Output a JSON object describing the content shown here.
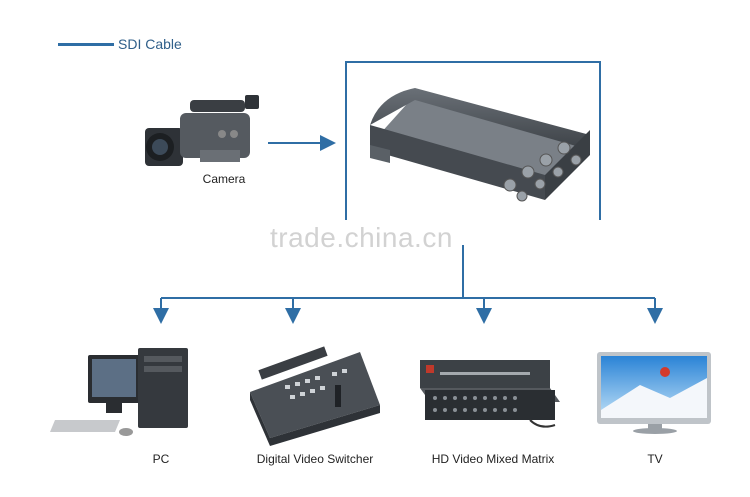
{
  "legend": {
    "label": "SDI Cable",
    "line_color": "#2f6ea5"
  },
  "source": {
    "label": "Camera"
  },
  "destinations": [
    {
      "label": "PC"
    },
    {
      "label": "Digital Video Switcher"
    },
    {
      "label": "HD Video Mixed Matrix"
    },
    {
      "label": "TV"
    }
  ],
  "watermark": "trade.china.cn",
  "colors": {
    "connector": "#2f6ea5",
    "device": "#4a4f55"
  }
}
